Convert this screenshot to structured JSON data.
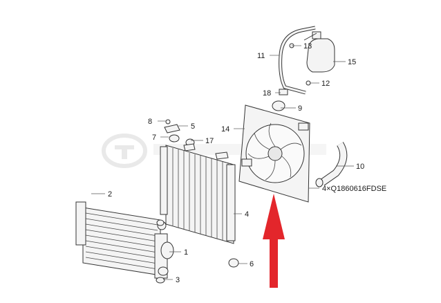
{
  "diagram": {
    "callouts": {
      "c1": "1",
      "c2": "2",
      "c3": "3",
      "c4": "4",
      "c5": "5",
      "c6": "6",
      "c7": "7",
      "c8": "8",
      "c9": "9",
      "c10": "10",
      "c11": "11",
      "c12": "12",
      "c13": "13",
      "c14": "14",
      "c15": "15",
      "c17": "17",
      "c18": "18",
      "fastener": "4×Q1860616FDSE"
    },
    "arrow_color": "#e3262b",
    "watermark_color": "#d8d8d8"
  }
}
